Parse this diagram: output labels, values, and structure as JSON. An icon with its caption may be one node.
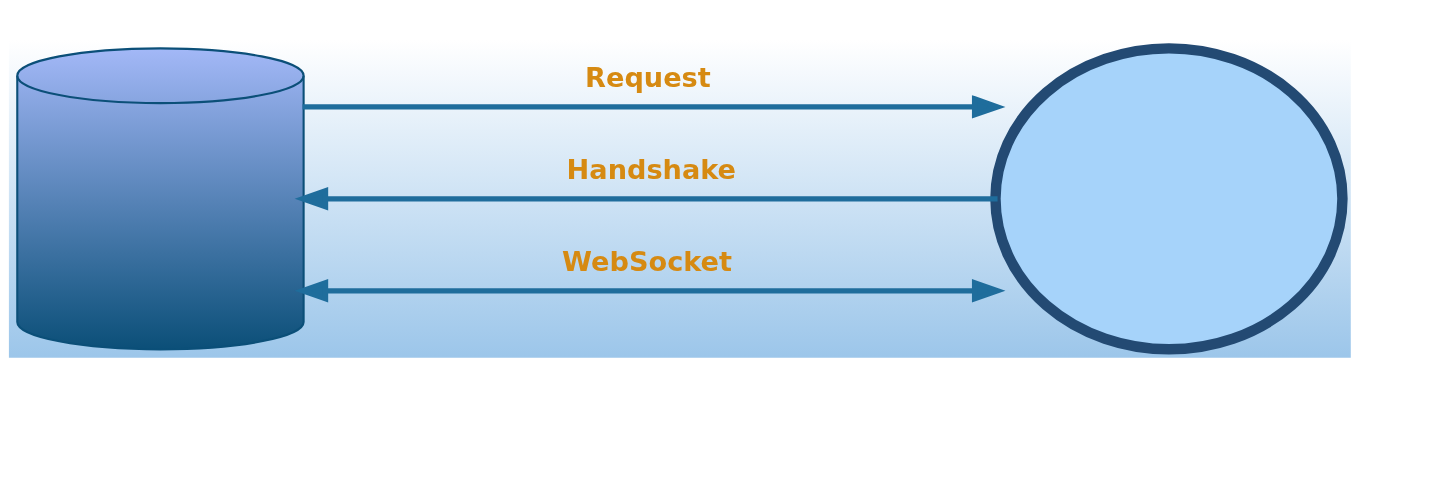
{
  "diagram": {
    "nodes": [
      {
        "text": [],
        "shape": "cylinder"
      },
      {
        "text": [],
        "shape": "cloud"
      }
    ],
    "edges": [
      {
        "from": 0,
        "to": 1,
        "arrow": "to",
        "label": "Request"
      },
      {
        "from": 1,
        "to": 0,
        "arrow": "to",
        "label": "Handshake"
      },
      {
        "from": 0,
        "to": 1,
        "arrow": "both",
        "label": "WebSocket"
      }
    ]
  }
}
